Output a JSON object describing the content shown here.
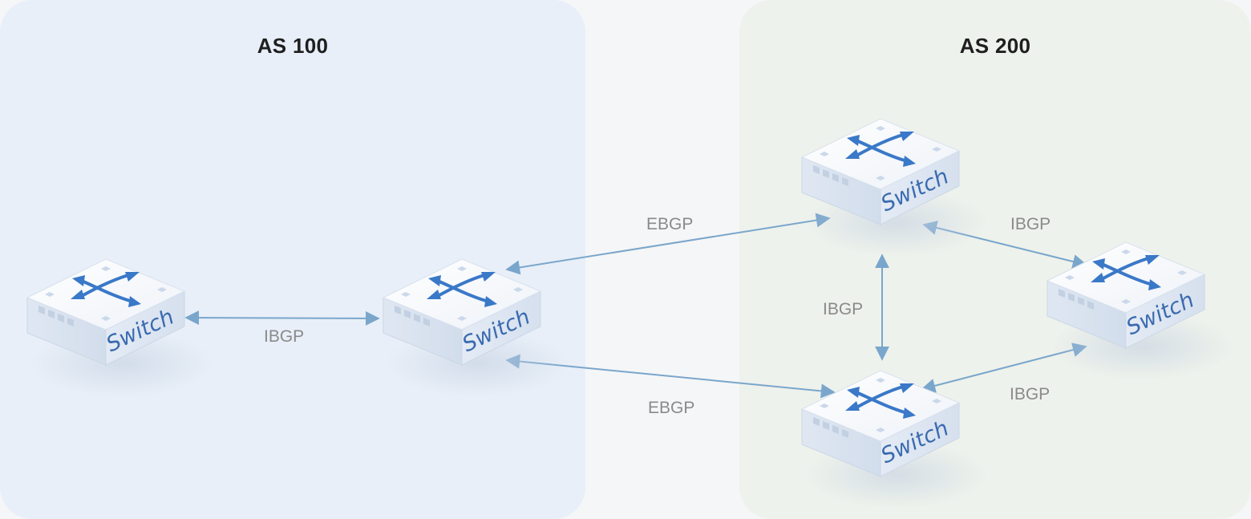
{
  "zones": {
    "as100": {
      "title": "AS 100"
    },
    "as200": {
      "title": "AS 200"
    }
  },
  "device_label": "Switch",
  "links": {
    "l1": "IBGP",
    "l2": "EBGP",
    "l3": "EBGP",
    "l4": "IBGP",
    "l5": "IBGP",
    "l6": "IBGP"
  },
  "colors": {
    "link": "#7aa6cc",
    "label": "#8a8a8a",
    "switch_accent": "#3a78c8"
  }
}
